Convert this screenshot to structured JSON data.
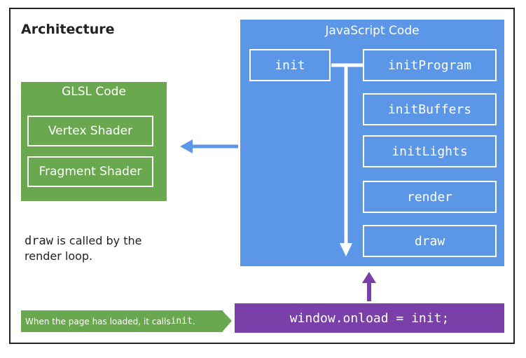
{
  "title": "Architecture",
  "glsl": {
    "title": "GLSL Code",
    "vertex": "Vertex Shader",
    "fragment": "Fragment Shader"
  },
  "js": {
    "title": "JavaScript Code",
    "init": "init",
    "functions": [
      "initProgram",
      "initBuffers",
      "initLights",
      "render",
      "draw"
    ]
  },
  "note": {
    "code": "draw",
    "text": " is called by the render loop."
  },
  "callout": {
    "text": "When the page has loaded, it calls ",
    "code": "init",
    "end": "."
  },
  "onload": "window.onload = init;",
  "colors": {
    "green": "#6aa84f",
    "blue": "#5b97e6",
    "purple": "#7a3fa8"
  }
}
